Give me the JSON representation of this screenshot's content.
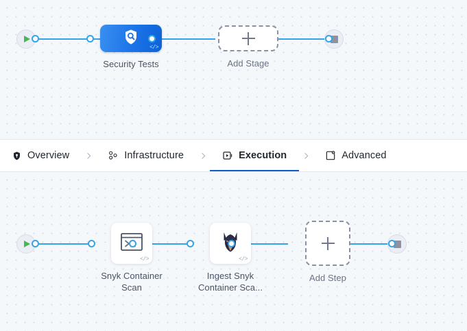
{
  "theme": {
    "canvas_bg": "#f5f8fb",
    "dot_color": "#d6dde5",
    "connector_blue": "#35a3e8",
    "stage_blue": "#1b73e8",
    "active_tab_underline": "#0a5ec4",
    "start_green": "#46b757",
    "stop_gray": "#8d929e",
    "label_color": "#4a5364"
  },
  "stages_canvas": {
    "name": "pipeline-stages-canvas",
    "start_node": {
      "icon": "play-icon",
      "label": ""
    },
    "stage": {
      "label": "Security Tests",
      "icon": "shield-search-icon",
      "badge": "</>"
    },
    "add_stage": {
      "label": "Add Stage",
      "icon": "plus-icon"
    },
    "end_node": {
      "icon": "stop-icon",
      "label": ""
    }
  },
  "tabbar": {
    "tabs": [
      {
        "label": "Overview",
        "icon": "shield-icon",
        "active": false
      },
      {
        "label": "Infrastructure",
        "icon": "infrastructure-nodes-icon",
        "active": false
      },
      {
        "label": "Execution",
        "icon": "execution-play-icon",
        "active": true
      },
      {
        "label": "Advanced",
        "icon": "advanced-settings-icon",
        "active": false
      }
    ],
    "separator_icon": "chevron-right-icon"
  },
  "steps_canvas": {
    "name": "pipeline-steps-canvas",
    "start_node": {
      "icon": "play-icon"
    },
    "steps": [
      {
        "label": "Snyk Container Scan",
        "icon": "terminal-icon",
        "badge": "</>"
      },
      {
        "label": "Ingest Snyk Container Sca...",
        "icon": "snyk-dog-icon",
        "badge": "</>"
      }
    ],
    "add_step": {
      "label": "Add Step",
      "icon": "plus-icon"
    },
    "end_node": {
      "icon": "stop-icon"
    }
  }
}
